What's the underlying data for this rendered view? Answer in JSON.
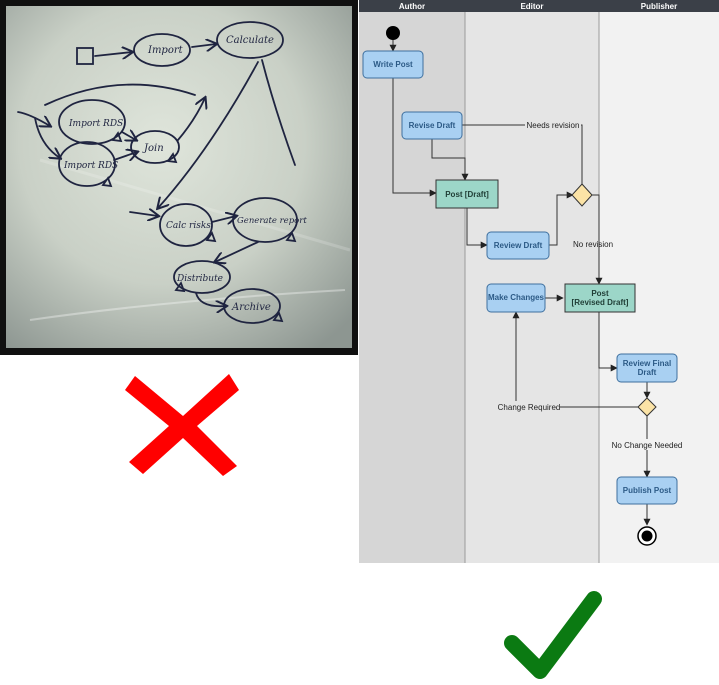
{
  "napkin_sketch": {
    "labels": {
      "import": "Import",
      "calculate": "Calculate",
      "import_rds_1": "Import RDS",
      "import_rds_2": "Import RDS",
      "join": "Join",
      "calc_risks": "Calc risks",
      "generate_report": "Generate report",
      "distribute": "Distribute",
      "archive": "Archive"
    }
  },
  "swimlane_diagram": {
    "lanes": [
      "Author",
      "Editor",
      "Publisher"
    ],
    "nodes": {
      "write_post": "Write Post",
      "revise_draft": "Revise Draft",
      "post_draft": "Post [Draft]",
      "review_draft": "Review Draft",
      "make_changes": "Make Changes",
      "post_revised_line1": "Post",
      "post_revised_line2": "[Revised Draft]",
      "review_final_line1": "Review Final",
      "review_final_line2": "Draft",
      "publish_post": "Publish Post"
    },
    "edge_labels": {
      "needs_revision": "Needs revision",
      "no_revision": "No revision",
      "change_required": "Change Required",
      "no_change_needed": "No Change Needed"
    }
  },
  "verdicts": {
    "sketch": "cross-mark-icon",
    "diagram": "check-mark-icon",
    "cross_color": "#ff0000",
    "check_color": "#0b7a12"
  }
}
